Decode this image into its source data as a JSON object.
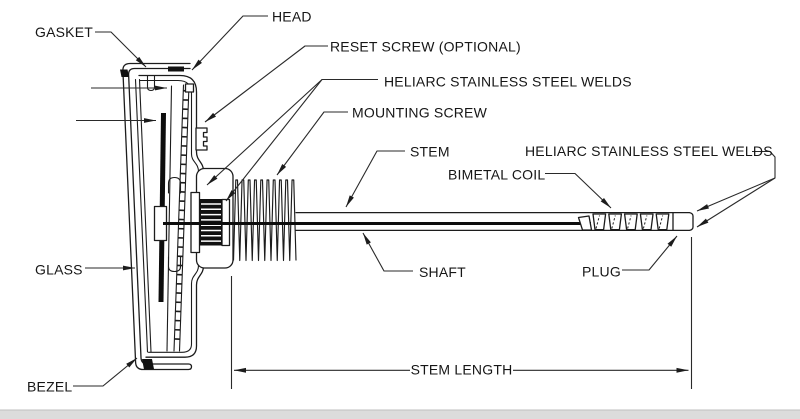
{
  "labels": {
    "gasket": "GASKET",
    "head": "HEAD",
    "reset_screw": "RESET SCREW (OPTIONAL)",
    "heliarc_left": "HELIARC STAINLESS STEEL WELDS",
    "mounting_screw": "MOUNTING SCREW",
    "stem": "STEM",
    "heliarc_right": "HELIARC STAINLESS STEEL WELDS",
    "bimetal_coil": "BIMETAL COIL",
    "glass": "GLASS",
    "shaft": "SHAFT",
    "plug": "PLUG",
    "bezel": "BEZEL",
    "stem_length": "STEM LENGTH"
  },
  "colors": {
    "line": "#1c1c1c",
    "text": "#161616",
    "background": "#ffffff",
    "knurl_fill": "#111111",
    "bottom_band": "#dcdcdc"
  }
}
